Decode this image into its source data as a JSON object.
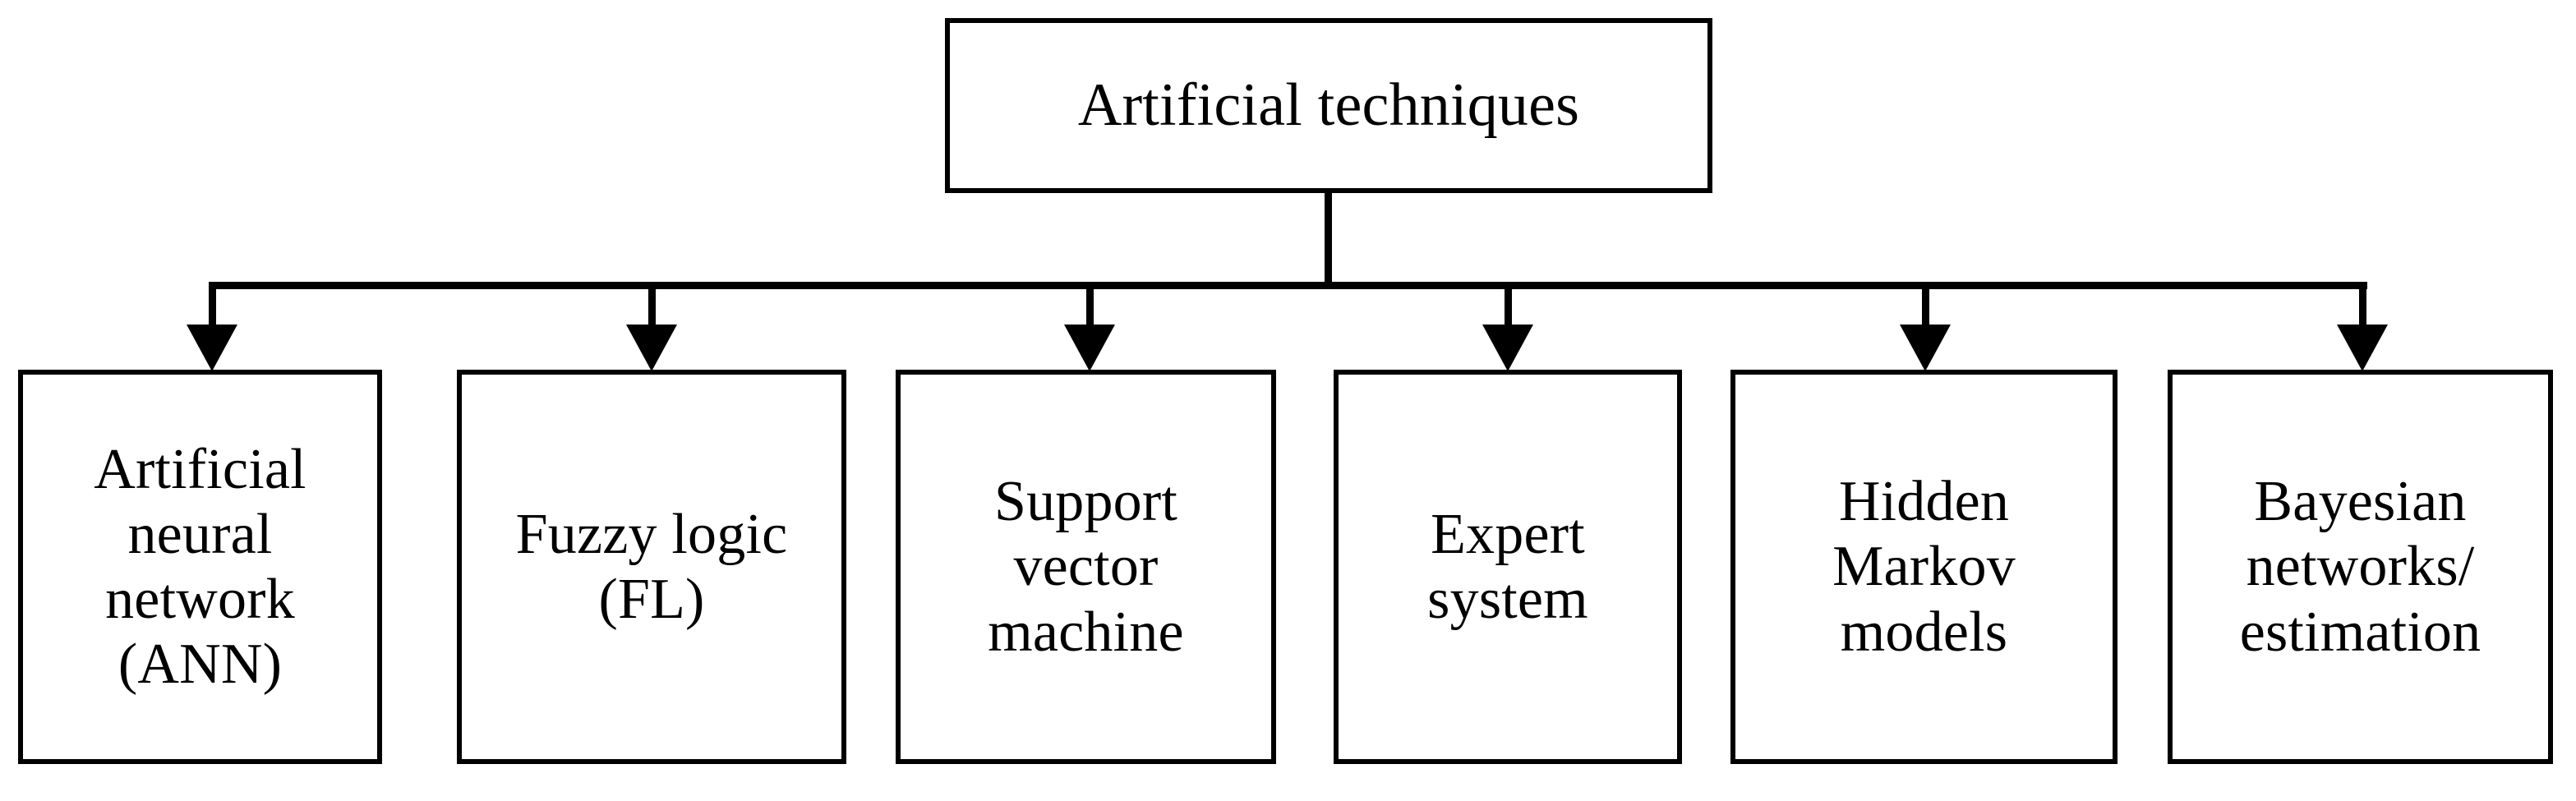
{
  "diagram": {
    "type": "hierarchy-tree",
    "orientation": "top-down",
    "title": "Artificial techniques",
    "root": {
      "label": "Artificial techniques"
    },
    "children": [
      {
        "label": "Artificial\nneural\nnetwork\n(ANN)",
        "name": "artificial-neural-network"
      },
      {
        "label": "Fuzzy logic\n(FL)",
        "name": "fuzzy-logic"
      },
      {
        "label": "Support\nvector\nmachine",
        "name": "support-vector-machine"
      },
      {
        "label": "Expert\nsystem",
        "name": "expert-system"
      },
      {
        "label": "Hidden\nMarkov\nmodels",
        "name": "hidden-markov-models"
      },
      {
        "label": "Bayesian\nnetworks/\nestimation",
        "name": "bayesian-networks-estimation"
      }
    ],
    "colors": {
      "background": "#ffffff",
      "stroke": "#000000",
      "text": "#000000",
      "fill": "#ffffff"
    }
  }
}
